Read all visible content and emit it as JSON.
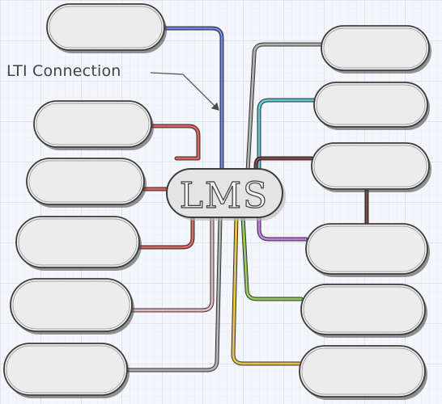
{
  "diagram": {
    "hub": {
      "label": "LMS"
    },
    "callout": {
      "label": "LTI Connection"
    },
    "colors": {
      "background": "#f4f6fb",
      "grid_minor": "#dfe5f2",
      "grid_major": "#c9d2e6",
      "node_fill": "#ececec",
      "node_stroke": "#3c3c3c",
      "hub_fill": "#e4e4e4",
      "left_links": [
        "#4a63c9",
        "#c8403a",
        "#c8403a",
        "#c8403a",
        "#d9a8a8",
        "#9a9a9a"
      ],
      "right_links": [
        "#9a9a9a",
        "#3bb6c2",
        "#5a1a1a",
        "#b05ad0",
        "#7ab83a",
        "#d9b02a"
      ]
    },
    "left_nodes": [
      {
        "id": "node-left-1",
        "label": ""
      },
      {
        "id": "node-left-2",
        "label": ""
      },
      {
        "id": "node-left-3",
        "label": ""
      },
      {
        "id": "node-left-4",
        "label": ""
      },
      {
        "id": "node-left-5",
        "label": ""
      },
      {
        "id": "node-left-6",
        "label": ""
      }
    ],
    "right_nodes": [
      {
        "id": "node-right-1",
        "label": ""
      },
      {
        "id": "node-right-2",
        "label": ""
      },
      {
        "id": "node-right-3",
        "label": ""
      },
      {
        "id": "node-right-4",
        "label": ""
      },
      {
        "id": "node-right-5",
        "label": ""
      },
      {
        "id": "node-right-6",
        "label": ""
      }
    ]
  }
}
